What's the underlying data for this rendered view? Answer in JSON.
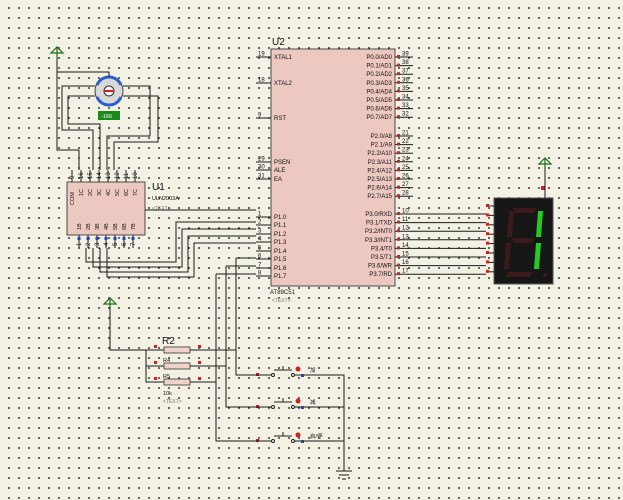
{
  "mcu": {
    "ref": "U2",
    "part": "AT89C51",
    "text_placeholder": "<TEXT>",
    "left_pins": [
      {
        "num": "19",
        "name": "XTAL1"
      },
      {
        "num": "18",
        "name": "XTAL2"
      },
      {
        "num": "9",
        "name": "RST"
      },
      {
        "num": "29",
        "name": "PSEN"
      },
      {
        "num": "30",
        "name": "ALE"
      },
      {
        "num": "31",
        "name": "EA"
      },
      {
        "num": "1",
        "name": "P1.0"
      },
      {
        "num": "2",
        "name": "P1.1"
      },
      {
        "num": "3",
        "name": "P1.2"
      },
      {
        "num": "4",
        "name": "P1.3"
      },
      {
        "num": "5",
        "name": "P1.4"
      },
      {
        "num": "6",
        "name": "P1.5"
      },
      {
        "num": "7",
        "name": "P1.6"
      },
      {
        "num": "8",
        "name": "P1.7"
      }
    ],
    "right_pins_p0": [
      {
        "num": "39",
        "name": "P0.0/AD0"
      },
      {
        "num": "38",
        "name": "P0.1/AD1"
      },
      {
        "num": "37",
        "name": "P0.2/AD2"
      },
      {
        "num": "36",
        "name": "P0.3/AD3"
      },
      {
        "num": "35",
        "name": "P0.4/AD4"
      },
      {
        "num": "34",
        "name": "P0.5/AD5"
      },
      {
        "num": "33",
        "name": "P0.6/AD6"
      },
      {
        "num": "32",
        "name": "P0.7/AD7"
      }
    ],
    "right_pins_p2": [
      {
        "num": "21",
        "name": "P2.0/A8"
      },
      {
        "num": "22",
        "name": "P2.1/A9"
      },
      {
        "num": "23",
        "name": "P2.2/A10"
      },
      {
        "num": "24",
        "name": "P2.3/A11"
      },
      {
        "num": "25",
        "name": "P2.4/A12"
      },
      {
        "num": "26",
        "name": "P2.5/A13"
      },
      {
        "num": "27",
        "name": "P2.6/A14"
      },
      {
        "num": "28",
        "name": "P2.7/A15"
      }
    ],
    "right_pins_p3": [
      {
        "num": "10",
        "name": "P3.0/RXD"
      },
      {
        "num": "11",
        "name": "P3.1/TXD"
      },
      {
        "num": "12",
        "name": "P3.2/INT0"
      },
      {
        "num": "13",
        "name": "P3.3/INT1"
      },
      {
        "num": "14",
        "name": "P3.4/T0"
      },
      {
        "num": "15",
        "name": "P3.5/T1"
      },
      {
        "num": "16",
        "name": "P3.6/WR"
      },
      {
        "num": "17",
        "name": "P3.7/RD"
      }
    ]
  },
  "driver": {
    "ref": "U1",
    "part": "ULN2003A",
    "text_placeholder": "<TEXT>",
    "com_label": "COM",
    "top_pins": [
      "9",
      "16",
      "15",
      "14",
      "13",
      "12",
      "11",
      "10"
    ],
    "top_names": [
      "",
      "1C",
      "2C",
      "3C",
      "4C",
      "5C",
      "6C",
      "7C"
    ],
    "bottom_pins": [
      "1",
      "2",
      "3",
      "4",
      "5",
      "6",
      "7"
    ],
    "bottom_names": [
      "1B",
      "2B",
      "3B",
      "4B",
      "5B",
      "6B",
      "7B"
    ]
  },
  "motor": {
    "readout": "-166"
  },
  "resistors": {
    "ref": "R2",
    "labels": [
      "R2",
      "R4",
      "R5"
    ],
    "value": "10k",
    "text_placeholder": "<TEXT>"
  },
  "buttons": [
    {
      "label": "加"
    },
    {
      "label": "减"
    },
    {
      "label": "启/停"
    }
  ],
  "display": {
    "digit": "1"
  },
  "colors": {
    "body": "#ecc8c0",
    "wire": "#1a1a1a",
    "seg_on": "#22cc22",
    "power": "#1a6b1a",
    "display_bg": "#161616"
  }
}
